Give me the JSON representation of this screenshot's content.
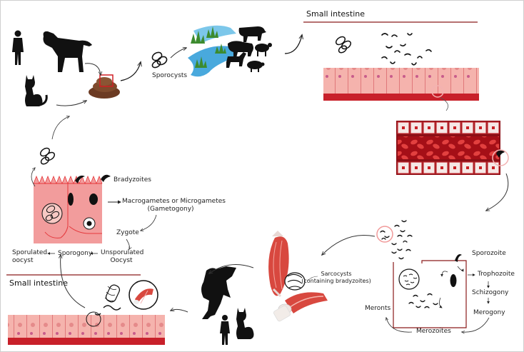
{
  "labels": {
    "small_intestine_top": "Small intestine",
    "small_intestine_bottom": "Small intestine",
    "sporocysts": "Sporocysts",
    "bradyzoites": "Bradyzoites",
    "gametes_line1": "Macrogametes or Microgametes",
    "gametes_line2": "(Gametogony)",
    "zygote": "Zygote",
    "unsporulated_line1": "Unsporulated",
    "unsporulated_line2": "Oocyst",
    "sporogony": "Sporogony",
    "sporulated_line1": "Sporulated",
    "sporulated_line2": "oocyst",
    "sarcocysts_line1": "Sarcocysts",
    "sarcocysts_line2": "(containing bradyzoites)",
    "sporozoite": "Sporozoite",
    "trophozoite": "Trophozoite",
    "schizogony": "Schizogony",
    "merogony": "Merogony",
    "meronts": "Meronts",
    "merozoites": "Merozoites"
  },
  "colors": {
    "tissue_pink": "#f29c9c",
    "tissue_light": "#f7c9c4",
    "blood_red": "#b3121b",
    "cell_membrane": "#e5393d",
    "accent_line": "#8b1a1a",
    "silhouette": "#111111",
    "feces_brown": "#6b3a22",
    "water_blue": "#49a9dd",
    "grass_green": "#3c8b2e",
    "muscle_red": "#d8483f"
  },
  "icons": [
    "human-silhouette-icon",
    "dog-silhouette-icon",
    "cat-silhouette-icon",
    "feces-icon",
    "cow-silhouette-icon",
    "sheep-silhouette-icon",
    "pig-silhouette-icon",
    "horse-silhouette-icon",
    "bison-silhouette-icon",
    "muscle-icon"
  ]
}
